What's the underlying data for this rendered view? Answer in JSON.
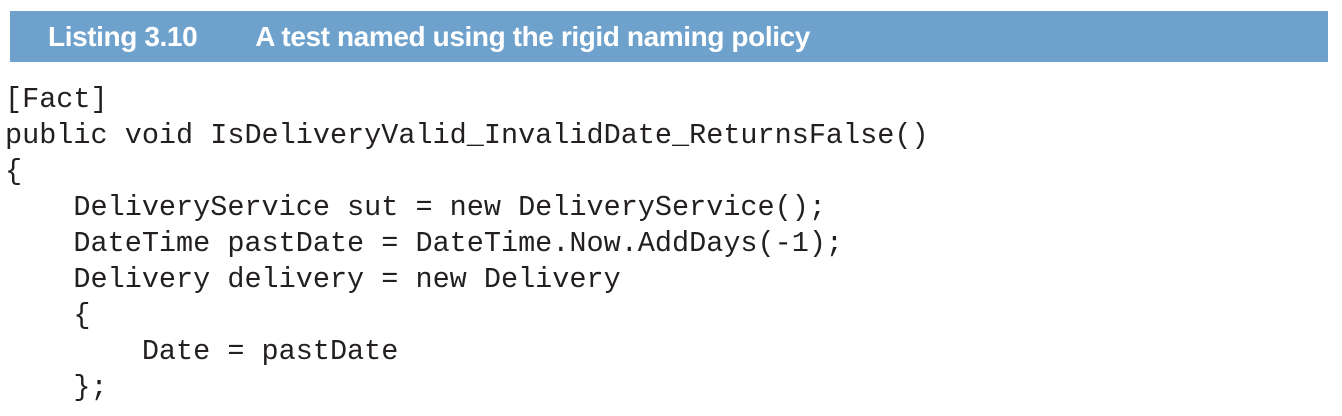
{
  "listing": {
    "label": "Listing 3.10",
    "title": "A test named using the rigid naming policy"
  },
  "code": {
    "lines": [
      "[Fact]",
      "public void IsDeliveryValid_InvalidDate_ReturnsFalse()",
      "{",
      "    DeliveryService sut = new DeliveryService();",
      "    DateTime pastDate = DateTime.Now.AddDays(-1);",
      "    Delivery delivery = new Delivery",
      "    {",
      "        Date = pastDate",
      "    };"
    ]
  },
  "colors": {
    "page_background": "#ffffff",
    "header_background": "#6ea2cd",
    "header_text": "#ffffff",
    "code_text": "#231f20"
  }
}
